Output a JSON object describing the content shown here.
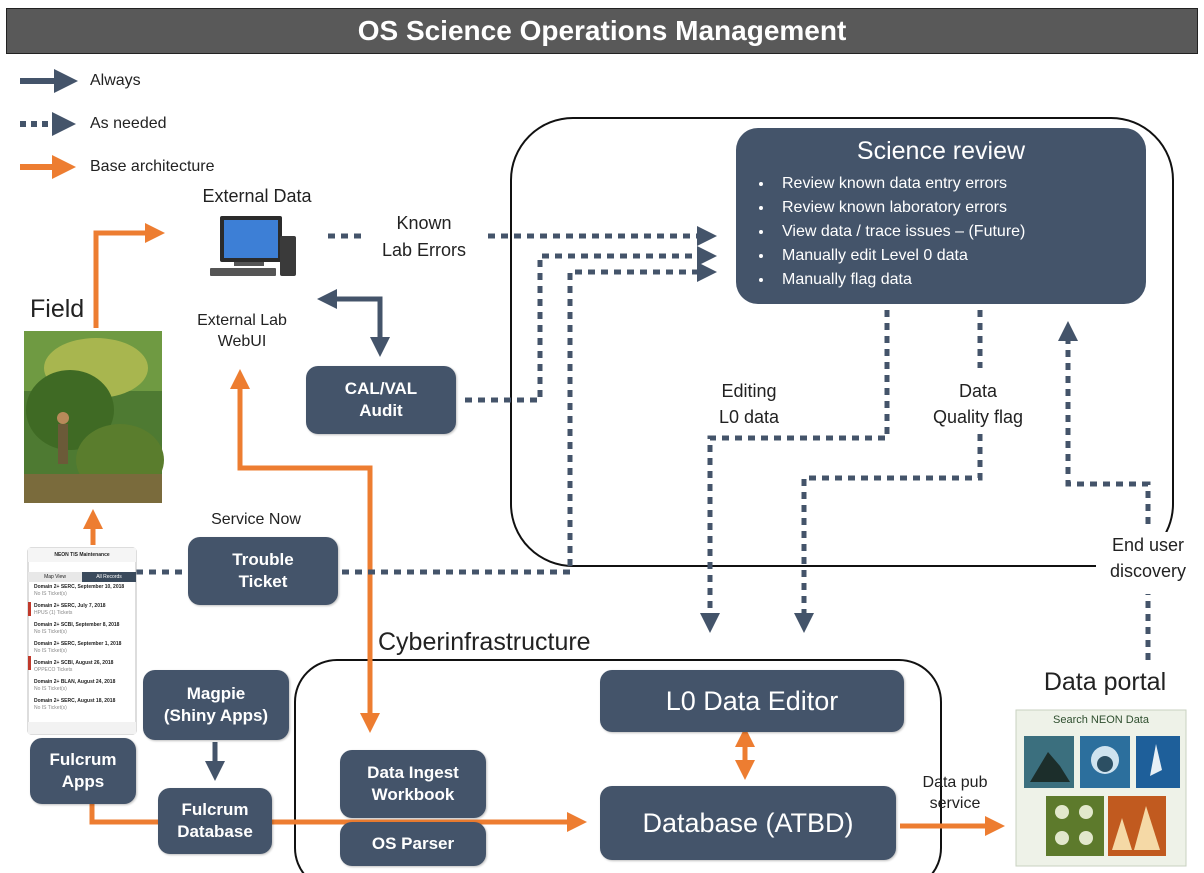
{
  "title": "OS Science Operations Management",
  "legend": {
    "always": "Always",
    "as_needed": "As needed",
    "base": "Base architecture"
  },
  "colors": {
    "navy": "#44546a",
    "orange": "#ed7d31",
    "title_bar": "#595959"
  },
  "labels": {
    "external_data": "External Data",
    "external_lab_webui": [
      "External Lab",
      "WebUI"
    ],
    "field": "Field",
    "known_lab_errors": [
      "Known",
      "Lab Errors"
    ],
    "service_now": "Service Now",
    "editing_l0": [
      "Editing",
      "L0 data"
    ],
    "data_quality_flag": [
      "Data",
      "Quality flag"
    ],
    "end_user_discovery": [
      "End user",
      "discovery"
    ],
    "cyberinfrastructure": "Cyberinfrastructure",
    "data_portal": "Data portal",
    "data_pub_service": [
      "Data pub",
      "service"
    ]
  },
  "science_review": {
    "title": "Science review",
    "items": [
      "Review known data entry errors",
      "Review known laboratory errors",
      "View data / trace issues – (Future)",
      "Manually edit Level 0 data",
      "Manually flag data"
    ]
  },
  "boxes": {
    "calval": [
      "CAL/VAL",
      "Audit"
    ],
    "trouble_ticket": [
      "Trouble",
      "Ticket"
    ],
    "magpie": [
      "Magpie",
      "(Shiny Apps)"
    ],
    "fulcrum_apps": [
      "Fulcrum",
      "Apps"
    ],
    "fulcrum_db": [
      "Fulcrum",
      "Database"
    ],
    "data_ingest": [
      "Data Ingest",
      "Workbook"
    ],
    "os_parser": "OS Parser",
    "l0_editor": "L0 Data Editor",
    "database_atbd": "Database (ATBD)"
  },
  "portal": {
    "search_label": "Search NEON Data"
  },
  "phone": {
    "app_title": "NEON TIS Maintenance",
    "tabs": [
      "Map View",
      "All Records"
    ],
    "records": [
      {
        "title": "Domain 2+ SERC, September 10, 2018",
        "sub": "No IS Ticket(s)"
      },
      {
        "title": "Domain 2+ SERC, July 7, 2018",
        "sub": "HPUS (1) Tickets"
      },
      {
        "title": "Domain 2+ SCBI, September 8, 2018",
        "sub": "No IS Ticket(s)"
      },
      {
        "title": "Domain 2+ SERC, September 1, 2018",
        "sub": "No IS Ticket(s)"
      },
      {
        "title": "Domain 2+ SCBI, August 26, 2018",
        "sub": "OPPECO Tickets"
      },
      {
        "title": "Domain 2+ BLAN, August 24, 2018",
        "sub": "No IS Ticket(s)"
      },
      {
        "title": "Domain 2+ SERC, August 18, 2018",
        "sub": "No IS Ticket(s)"
      }
    ]
  }
}
